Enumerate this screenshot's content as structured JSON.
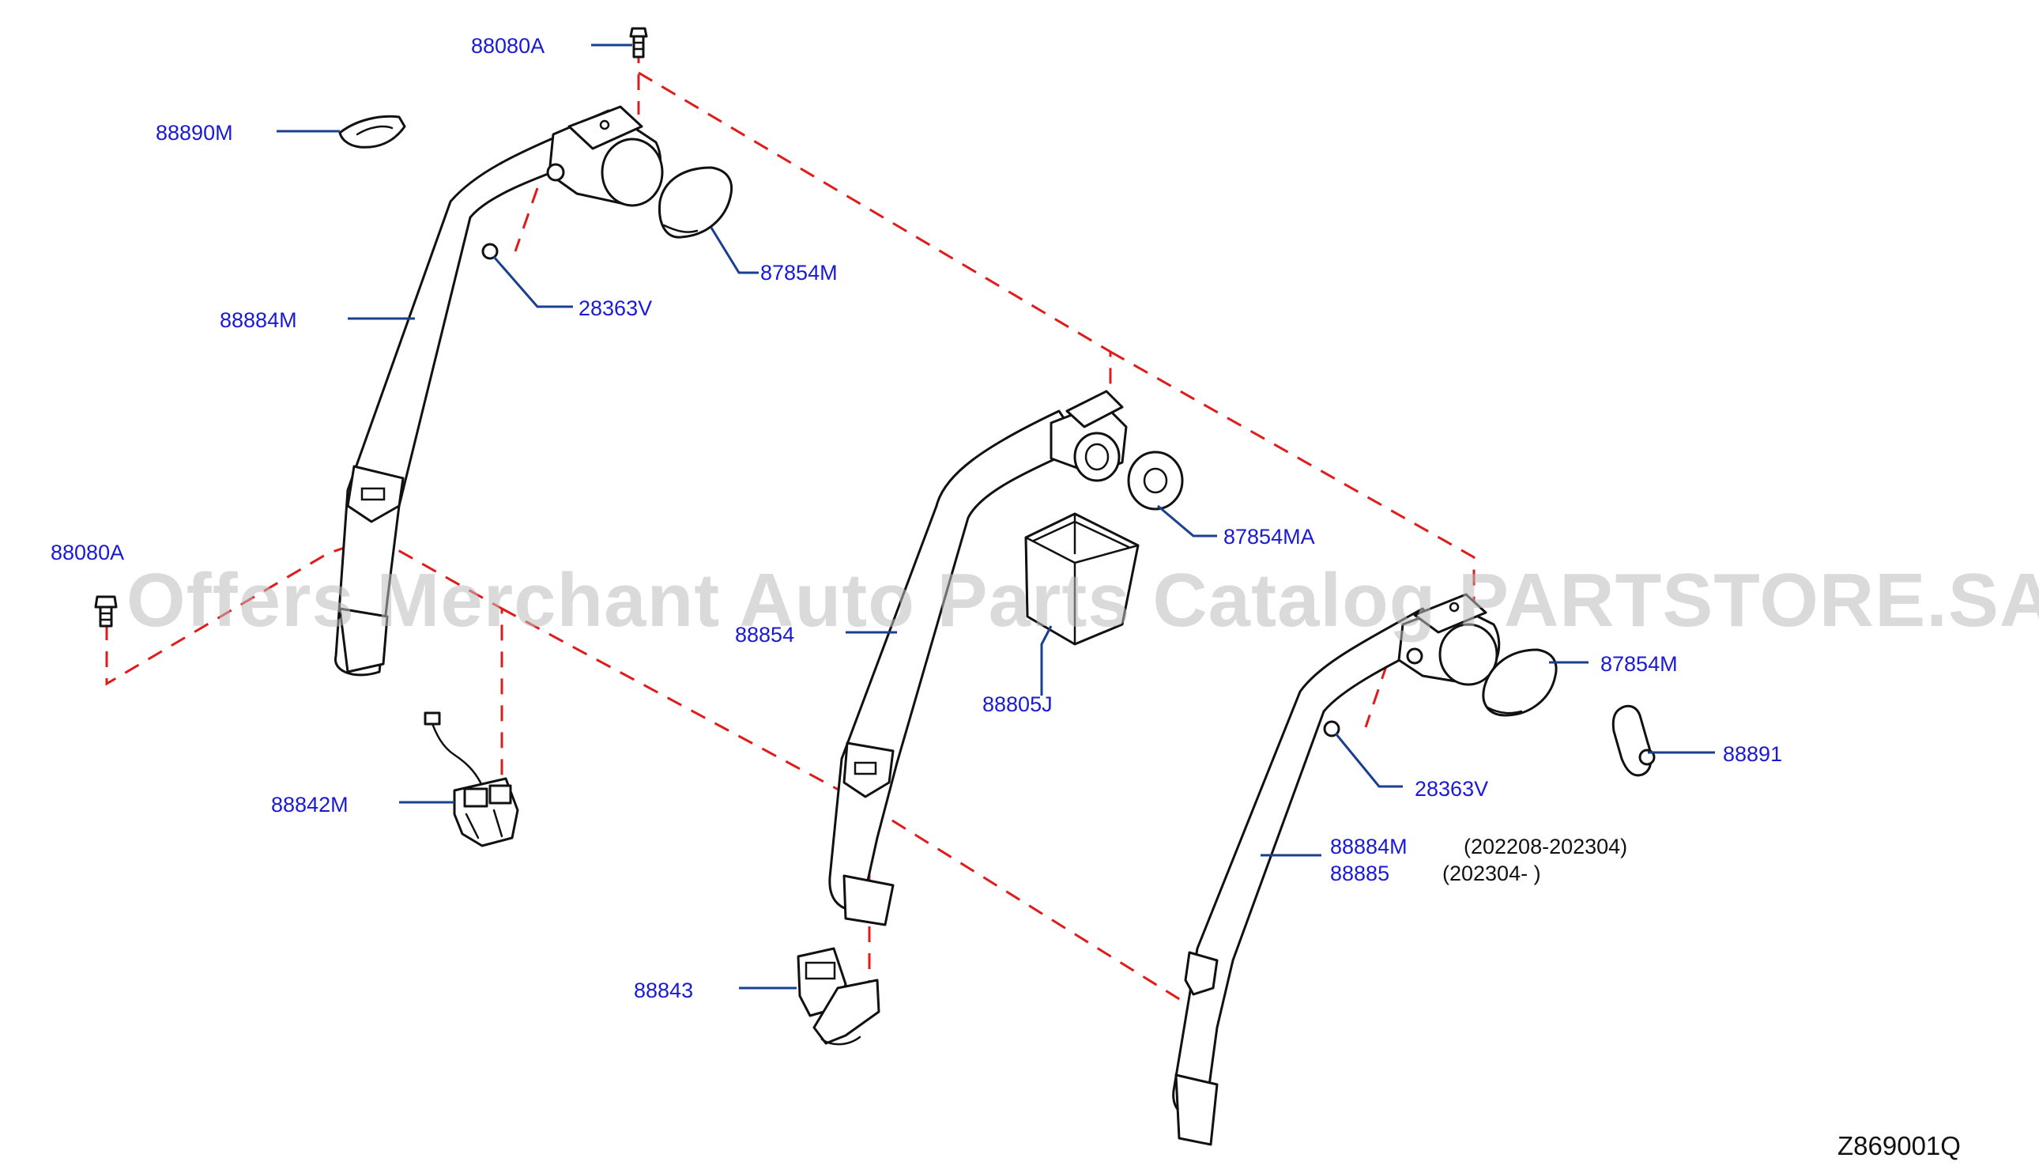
{
  "labels": {
    "bolt_top": "88080A",
    "cover_88890m": "88890M",
    "belt_left": "88884M",
    "retractor_cover_left": "87854M",
    "bolt_28363v_left": "28363V",
    "bolt_left": "88080A",
    "buckle_88842m": "88842M",
    "belt_center": "88854",
    "cap_87854ma": "87854MA",
    "box_88805j": "88805J",
    "buckle_88843": "88843",
    "retractor_cover_right": "87854M",
    "clip_88891": "88891",
    "bolt_28363v_right": "28363V",
    "belt_right_a": "88884M",
    "belt_right_b": "88885"
  },
  "notes": {
    "period_a": "(202208-202304)",
    "period_b": "(202304-     )"
  },
  "diagram_code": "Z869001Q",
  "watermark": "Offers Merchant Auto Parts Catalog PARTSTORE.SA",
  "colors": {
    "label": "#1a1ad6",
    "leader": "#1a3f8f",
    "dash": "#e01b1b",
    "line": "#111111"
  }
}
